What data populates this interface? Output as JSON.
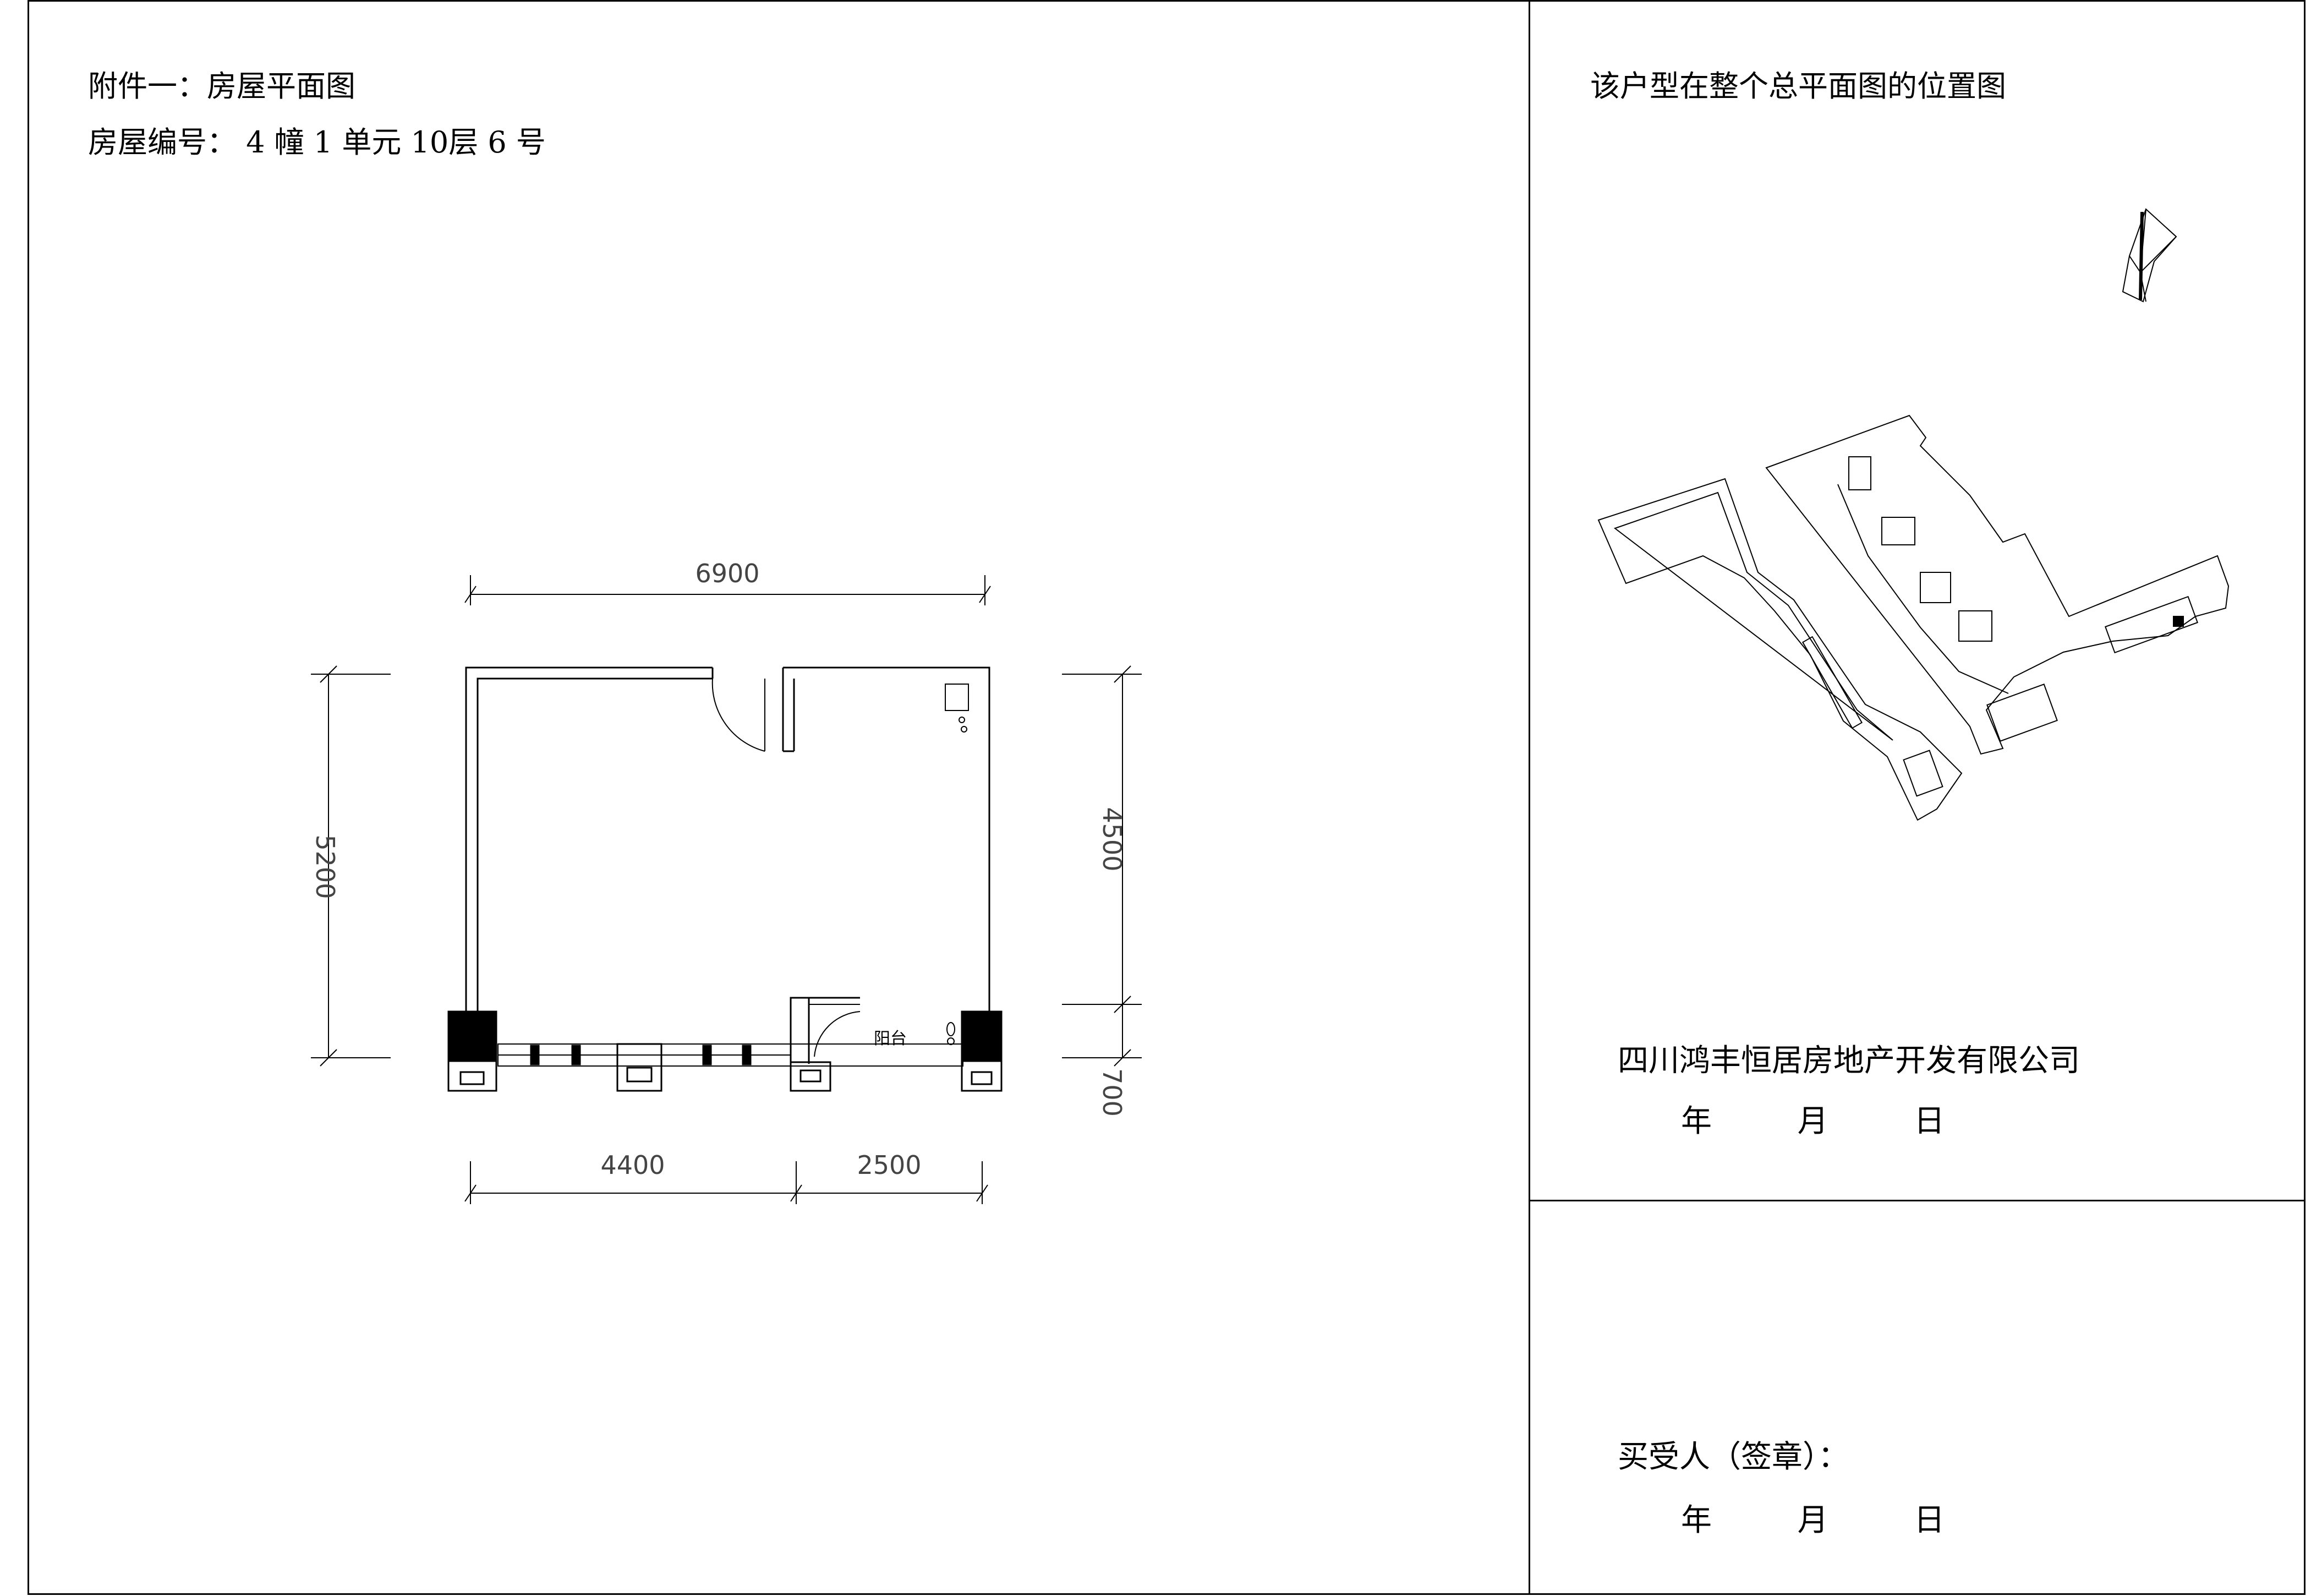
{
  "header": {
    "attachment_title": "附件一：房屋平面图",
    "unit_number": "房屋编号：  4  幢  1  单元 10层  6  号"
  },
  "site_plan": {
    "title": "该户型在整个总平面图的位置图"
  },
  "floor_plan": {
    "balcony_label": "阳台",
    "dimensions": {
      "top_width": "6900",
      "left_height": "5200",
      "right_upper": "4500",
      "right_lower": "700",
      "bottom_left": "4400",
      "bottom_right": "2500"
    }
  },
  "developer": {
    "company": "四川鸿丰恒居房地产开发有限公司",
    "year": "年",
    "month": "月",
    "day": "日"
  },
  "buyer": {
    "signature_label": "买受人（签章）：",
    "year": "年",
    "month": "月",
    "day": "日"
  }
}
